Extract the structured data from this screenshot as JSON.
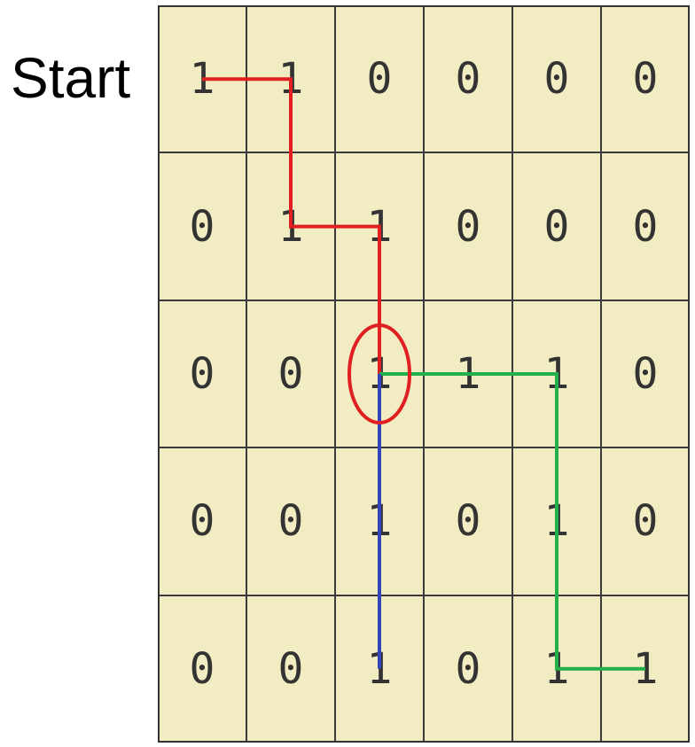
{
  "start_label": "Start",
  "grid": [
    [
      "1",
      "1",
      "0",
      "0",
      "0",
      "0"
    ],
    [
      "0",
      "1",
      "1",
      "0",
      "0",
      "0"
    ],
    [
      "0",
      "0",
      "1",
      "1",
      "1",
      "0"
    ],
    [
      "0",
      "0",
      "1",
      "0",
      "1",
      "0"
    ],
    [
      "0",
      "0",
      "1",
      "0",
      "1",
      "1"
    ]
  ],
  "paths": [
    {
      "color": "#e02020",
      "cells": [
        [
          0,
          0
        ],
        [
          0,
          1
        ],
        [
          1,
          1
        ],
        [
          1,
          2
        ],
        [
          2,
          2
        ]
      ]
    },
    {
      "color": "#22b04a",
      "cells": [
        [
          2,
          2
        ],
        [
          2,
          4
        ],
        [
          4,
          4
        ],
        [
          4,
          5
        ]
      ]
    },
    {
      "color": "#3344bb",
      "cells": [
        [
          2,
          2
        ],
        [
          4,
          2
        ]
      ]
    }
  ],
  "highlight": {
    "cell": [
      2,
      2
    ],
    "color": "#e02020"
  }
}
